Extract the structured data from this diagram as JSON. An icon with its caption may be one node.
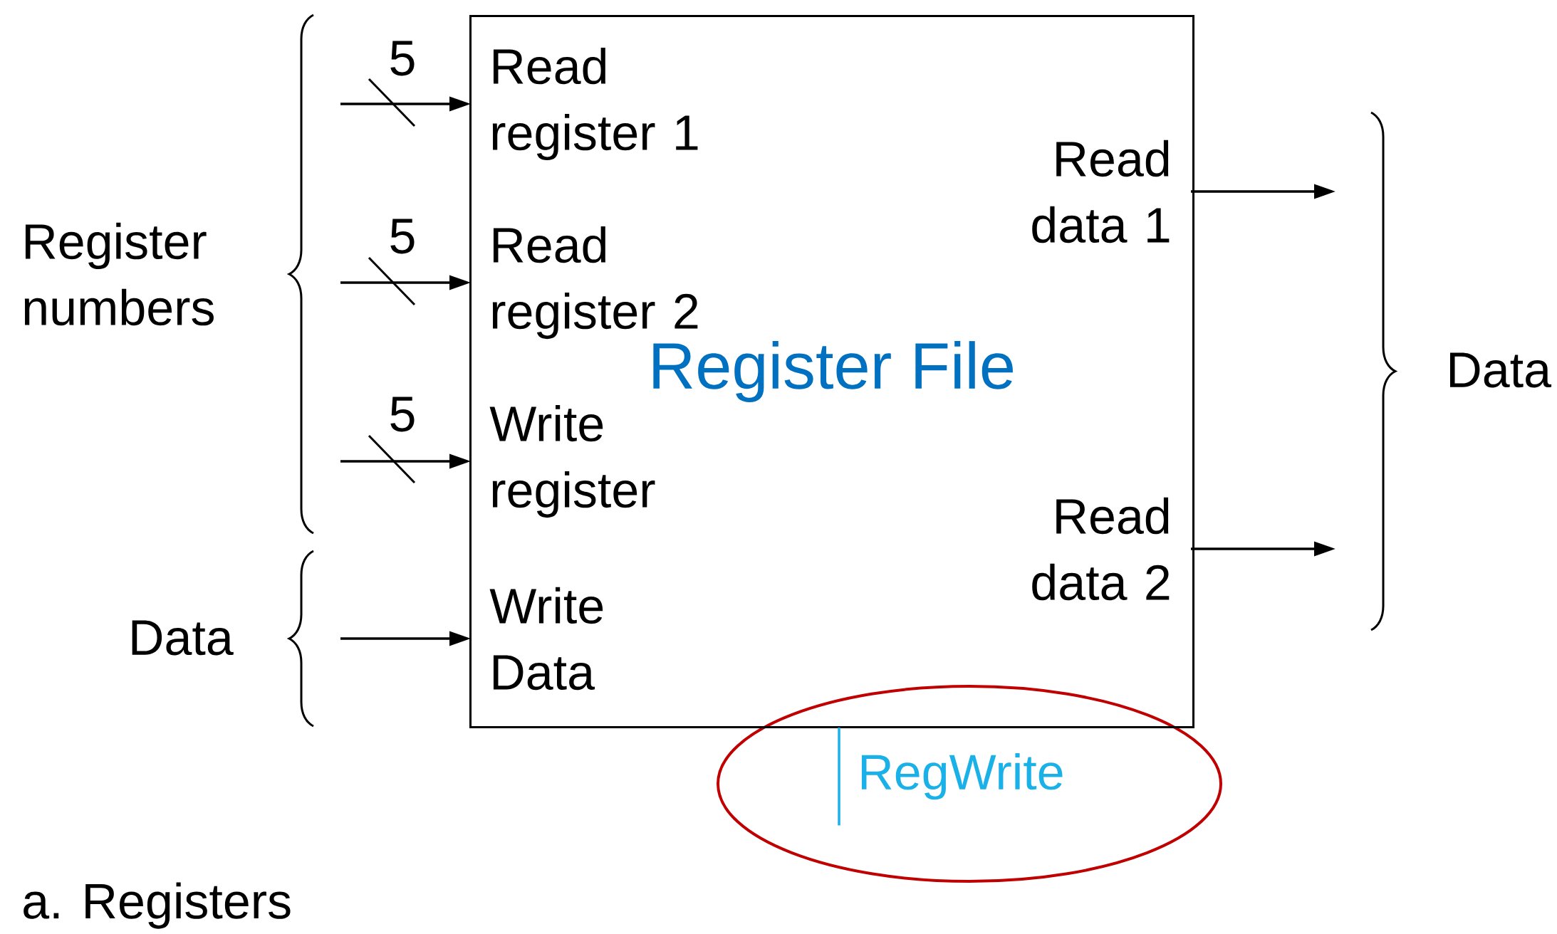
{
  "diagram": {
    "caption": "a. Registers",
    "nodes": [
      {
        "text": [
          "Register File"
        ]
      },
      {
        "text": [
          "Read register 1"
        ],
        "in": 0
      },
      {
        "text": [
          "Read register 2"
        ],
        "in": 0
      },
      {
        "text": [
          "Write register"
        ],
        "in": 0
      },
      {
        "text": [
          "Write Data"
        ],
        "in": 0
      },
      {
        "text": [
          "Read data 1"
        ],
        "in": 0
      },
      {
        "text": [
          "Read data 2"
        ],
        "in": 0
      },
      {
        "text": [
          "RegWrite"
        ]
      }
    ],
    "edges": [
      {
        "from": null,
        "to": 1,
        "arrow": "to"
      },
      {
        "from": null,
        "to": 2,
        "arrow": "to"
      },
      {
        "from": null,
        "to": 3,
        "arrow": "to"
      },
      {
        "from": null,
        "to": 4,
        "arrow": "to"
      },
      {
        "from": 5,
        "to": null,
        "arrow": "to"
      },
      {
        "from": 6,
        "to": null,
        "arrow": "to"
      },
      {
        "from": 7,
        "to": 0,
        "arrow": "none",
        "color": "#1ab0e8"
      }
    ],
    "labels": [
      "5",
      "5",
      "5",
      "Register numbers",
      "Data",
      "Data"
    ]
  }
}
